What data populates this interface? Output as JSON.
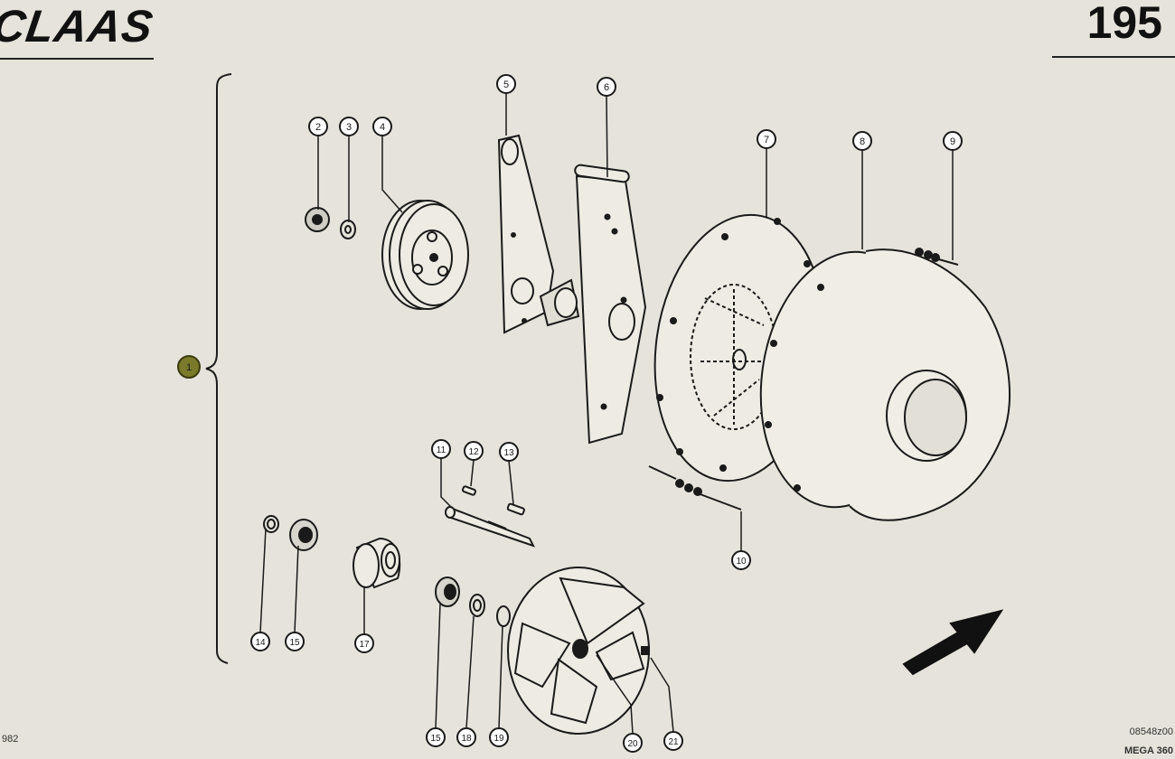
{
  "header": {
    "brand": "CLAAS",
    "page_number": "195"
  },
  "footer": {
    "left_code": "982",
    "right_code": "08548z00",
    "model": "MEGA 360"
  },
  "callouts": {
    "c1": "1",
    "c2": "2",
    "c3": "3",
    "c4": "4",
    "c5": "5",
    "c6": "6",
    "c7": "7",
    "c8": "8",
    "c9": "9",
    "c10": "10",
    "c11": "11",
    "c12": "12",
    "c13": "13",
    "c14": "14",
    "c15a": "15",
    "c15b": "15",
    "c17": "17",
    "c18": "18",
    "c19": "19",
    "c20": "20",
    "c21": "21"
  },
  "colors": {
    "ink": "#1a1a1a",
    "paper": "#e6e3dc",
    "callout_1_fill": "#7a7a2a"
  }
}
